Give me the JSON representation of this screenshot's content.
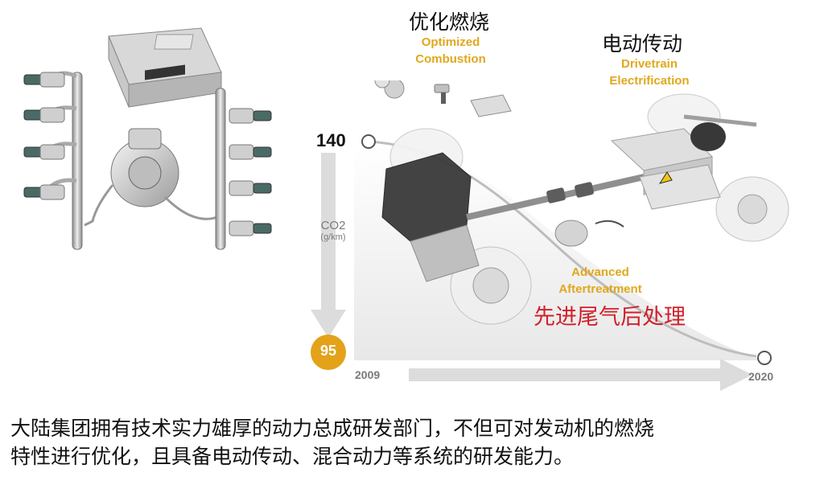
{
  "labels": {
    "optimized_zh": "优化燃烧",
    "optimized_en_1": "Optimized",
    "optimized_en_2": "Combustion",
    "drivetrain_zh": "电动传动",
    "drivetrain_en_1": "Drivetrain",
    "drivetrain_en_2": "Electrification",
    "after_en_1": "Advanced",
    "after_en_2": "Aftertreatment",
    "after_zh": "先进尾气后处理"
  },
  "axis": {
    "y_top": "140",
    "y_unit_1": "CO2",
    "y_unit_2": "(g/km)",
    "y_target": "95",
    "x_start": "2009",
    "x_end": "2020"
  },
  "caption": {
    "line1": "大陆集团拥有技术实力雄厚的动力总成研发部门，不但可对发动机的燃烧",
    "line2": "特性进行优化，且具备电动传动、混合动力等系统的研发能力。"
  },
  "colors": {
    "accent_yellow": "#e0a81c",
    "red_text": "#d0202a",
    "target_circle": "#e3a21a",
    "axis_gray": "#d0d0d0"
  }
}
